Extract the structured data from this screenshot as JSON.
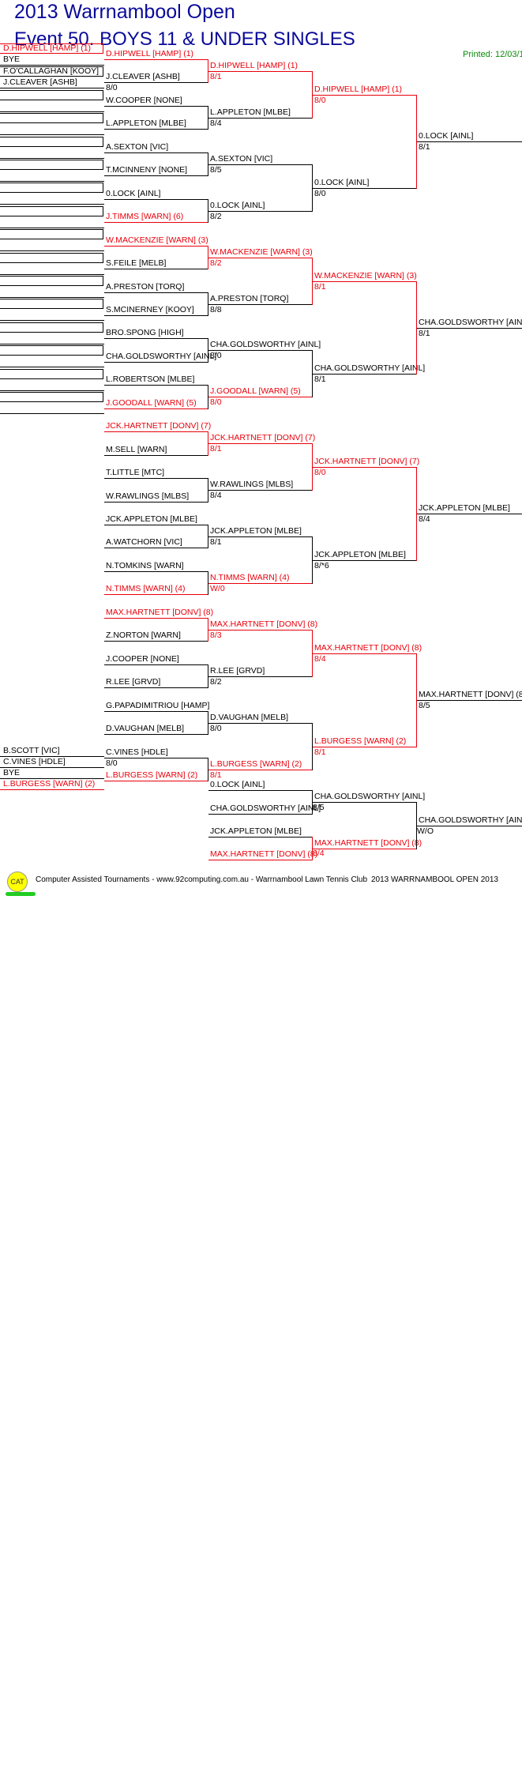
{
  "header": {
    "title": "2013 Warrnambool Open",
    "event": "Event 50. BOYS 11 & UNDER SINGLES",
    "printed": "Printed: 12/03/1"
  },
  "round1": [
    [
      "D.HIPWELL [HAMP] (1)",
      "BYE"
    ],
    [
      "F.O'CALLAGHAN [KOOY]",
      "J.CLEAVER [ASHB]"
    ],
    [
      "",
      ""
    ],
    [
      "",
      ""
    ],
    [
      "",
      ""
    ],
    [
      "",
      ""
    ],
    [
      "",
      ""
    ],
    [
      "",
      ""
    ],
    [
      "",
      ""
    ],
    [
      "",
      ""
    ],
    [
      "",
      ""
    ],
    [
      "",
      ""
    ],
    [
      "",
      ""
    ],
    [
      "",
      ""
    ],
    [
      "",
      ""
    ],
    [
      "",
      ""
    ],
    [
      "B.SCOTT [VIC]",
      "C.VINES [HDLE]"
    ],
    [
      "BYE",
      "L.BURGESS [WARN] (2)"
    ]
  ],
  "round2": [
    "D.HIPWELL [HAMP] (1)",
    "J.CLEAVER [ASHB]",
    "W.COOPER [NONE]",
    "L.APPLETON [MLBE]",
    "A.SEXTON [VIC]",
    "T.MCINNENY [NONE]",
    "0.LOCK [AINL]",
    "J.TIMMS [WARN] (6)",
    "W.MACKENZIE [WARN] (3)",
    "S.FEILE [MELB]",
    "A.PRESTON [TORQ]",
    "S.MCINERNEY [KOOY]",
    "BRO.SPONG [HIGH]",
    "CHA.GOLDSWORTHY [AINL]",
    "L.ROBERTSON [MLBE]",
    "J.GOODALL [WARN] (5)",
    "JCK.HARTNETT [DONV] (7)",
    "M.SELL [WARN]",
    "T.LITTLE [MTC]",
    "W.RAWLINGS [MLBS]",
    "JCK.APPLETON [MLBE]",
    "A.WATCHORN [VIC]",
    "N.TOMKINS [WARN]",
    "N.TIMMS [WARN] (4)",
    "MAX.HARTNETT [DONV] (8)",
    "Z.NORTON [WARN]",
    "J.COOPER [NONE]",
    "R.LEE [GRVD]",
    "G.PAPADIMITRIOU [HAMP]",
    "D.VAUGHAN [MELB]",
    "C.VINES [HDLE]",
    "L.BURGESS [WARN] (2)"
  ],
  "round2_scores": [
    "8/0",
    "8/0"
  ],
  "round3": [
    "D.HIPWELL [HAMP] (1)",
    "L.APPLETON [MLBE]",
    "A.SEXTON [VIC]",
    "0.LOCK [AINL]",
    "W.MACKENZIE [WARN] (3)",
    "A.PRESTON [TORQ]",
    "CHA.GOLDSWORTHY [AINL]",
    "J.GOODALL [WARN] (5)",
    "JCK.HARTNETT [DONV] (7)",
    "W.RAWLINGS [MLBS]",
    "JCK.APPLETON [MLBE]",
    "N.TIMMS [WARN] (4)",
    "MAX.HARTNETT [DONV] (8)",
    "R.LEE [GRVD]",
    "D.VAUGHAN [MELB]",
    "L.BURGESS [WARN] (2)"
  ],
  "round3_scores": [
    "8/1",
    "8/4",
    "8/5",
    "8/2",
    "8/2",
    "8/8",
    "8/0",
    "8/0",
    "8/1",
    "8/4",
    "8/1",
    "W/0",
    "8/3",
    "8/2",
    "8/0",
    "8/1"
  ],
  "qf": [
    "D.HIPWELL [HAMP] (1)",
    "0.LOCK [AINL]",
    "W.MACKENZIE [WARN] (3)",
    "CHA.GOLDSWORTHY [AINL]",
    "JCK.HARTNETT [DONV] (7)",
    "JCK.APPLETON [MLBE]",
    "MAX.HARTNETT [DONV] (8)",
    "L.BURGESS [WARN] (2)"
  ],
  "qf_scores": [
    "8/0",
    "8/0",
    "8/1",
    "8/1",
    "8/0",
    "8/*6",
    "8/4",
    "8/1"
  ],
  "sf": [
    "0.LOCK [AINL]",
    "CHA.GOLDSWORTHY [AIN",
    "JCK.APPLETON [MLBE]",
    "MAX.HARTNETT [DONV] (8"
  ],
  "sf_scores": [
    "8/1",
    "8/1",
    "8/4",
    "8/5"
  ],
  "playoff": {
    "r1": [
      "0.LOCK [AINL]",
      "CHA.GOLDSWORTHY [AINL]",
      "JCK.APPLETON [MLBE]",
      "MAX.HARTNETT [DONV] (8)"
    ],
    "r1_scores": [
      "8/5",
      "8/4"
    ],
    "r2": [
      "CHA.GOLDSWORTHY [AINL]",
      "MAX.HARTNETT [DONV] (8)"
    ],
    "r2_score": "W/O",
    "r3": "CHA.GOLDSWORTHY [AIN"
  },
  "footer": {
    "logo_text": "CAT",
    "credit": "Computer Assisted Tournaments - www.92computing.com.au -  Warrnambool Lawn Tennis Club",
    "tournament": "2013 WARRNAMBOOL OPEN 2013"
  },
  "colors": {
    "title": "#0a0a9a",
    "winner_red": "#e8000b",
    "printed_green": "#0a8a0a",
    "logo_yellow": "#ffff00",
    "logo_bar_green": "#22cc22"
  }
}
